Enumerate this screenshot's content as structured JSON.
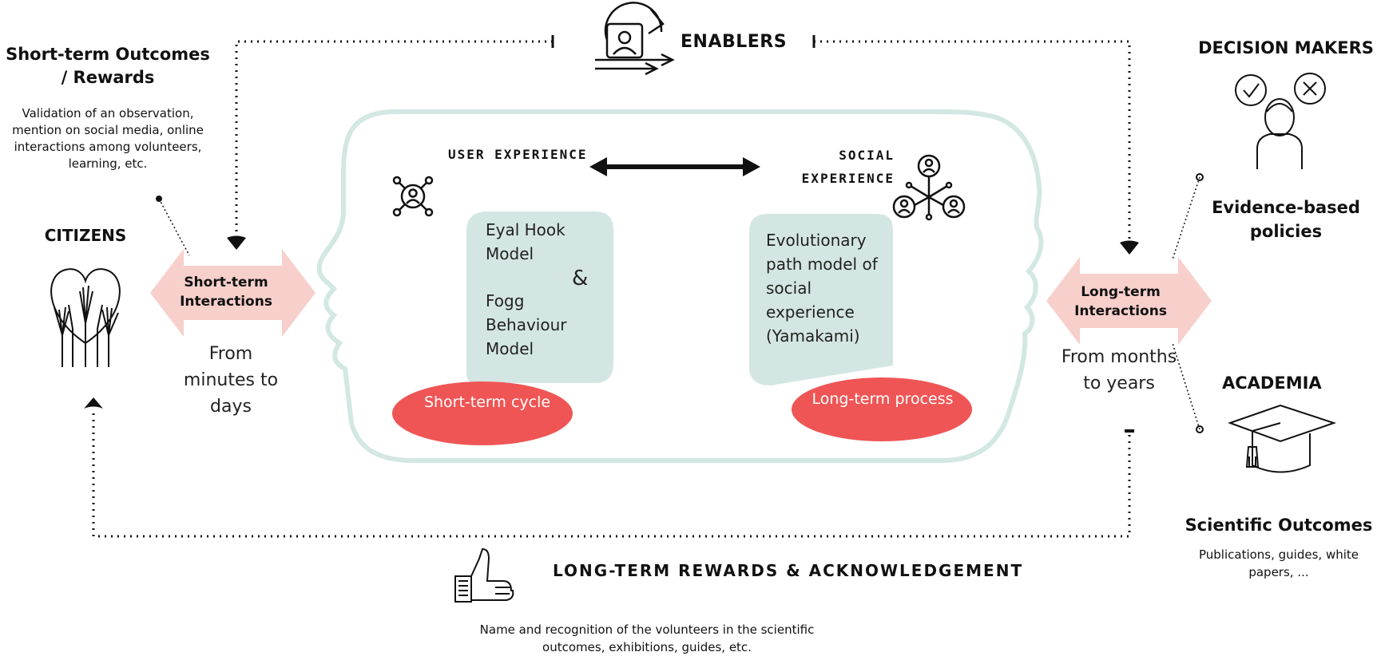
{
  "enablers": {
    "label": "ENABLERS",
    "icon": "cycle-person-icon"
  },
  "citizens": {
    "outcomes_title": "Short-term Outcomes / Rewards",
    "outcomes_desc": "Validation of an observation, mention on social media, online interactions among volunteers, learning, etc.",
    "label": "CITIZENS",
    "icon": "raised-hands-heart-icon"
  },
  "short_term": {
    "interactions": "Short-term Interactions",
    "span": "From minutes to days",
    "cycle": "Short-term cycle"
  },
  "long_term": {
    "interactions": "Long-term Interactions",
    "span": "From months to years",
    "process": "Long-term process"
  },
  "center": {
    "user_experience": "USER EXPERIENCE",
    "social_experience": "SOCIAL EXPERIENCE",
    "model_eyal": "Eyal Hook Model",
    "ampersand": "&",
    "model_fogg": "Fogg Behaviour Model",
    "model_social": "Evolutionary path model of social experience (Yamakami)"
  },
  "decision_makers": {
    "label": "DECISION MAKERS",
    "outcome": "Evidence-based policies",
    "icon": "decision-person-icon"
  },
  "academia": {
    "label": "ACADEMIA",
    "outcome_title": "Scientific Outcomes",
    "outcome_desc": "Publications, guides, white papers, ...",
    "icon": "graduation-cap-icon"
  },
  "long_term_rewards": {
    "title": "LONG-TERM REWARDS & ACKNOWLEDGEMENT",
    "desc": "Name and recognition of the volunteers in the scientific outcomes, exhibitions, guides, etc.",
    "icon": "thumbs-up-icon"
  },
  "colors": {
    "arrow_pink": "#f7cfcb",
    "pill_red": "#f05555",
    "box_teal": "#d4e6e3",
    "head_outline": "#d3e7e3"
  }
}
